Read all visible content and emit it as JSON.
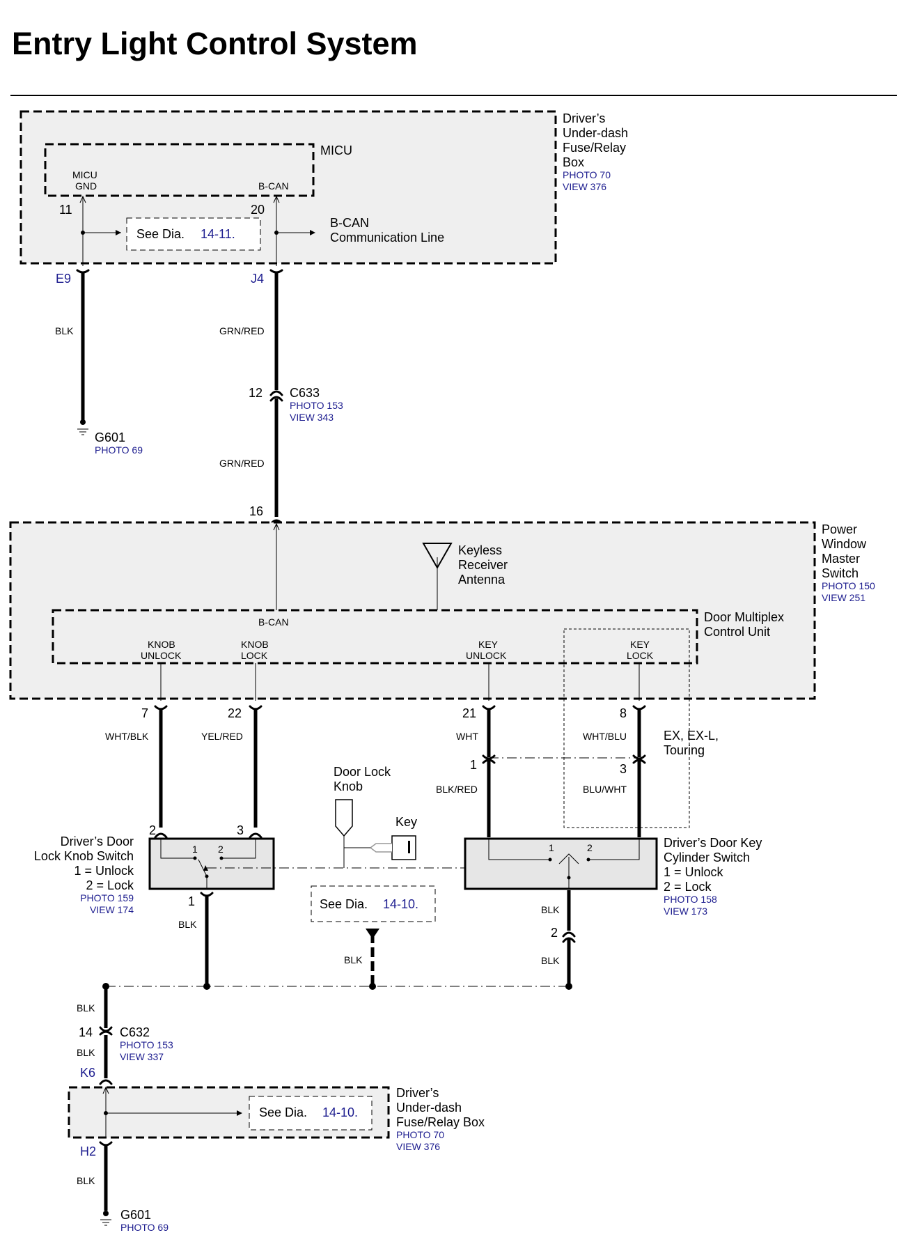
{
  "title": "Entry Light Control System",
  "top_box": {
    "label_lines": [
      "Driver’s",
      "Under-dash",
      "Fuse/Relay",
      "Box"
    ],
    "photo": "PHOTO 70",
    "view": "VIEW 376",
    "micu": {
      "name": "MICU",
      "pin_gnd_lines": [
        "MICU",
        "GND"
      ],
      "pin_bcan": "B-CAN",
      "pin_num_gnd": "11",
      "pin_num_bcan": "20"
    },
    "see": {
      "prefix": "See  Dia.",
      "ref": "14-11."
    },
    "bcan_lines": [
      "B-CAN",
      "Communication Line"
    ],
    "term_gnd": "E9",
    "term_bcan": "J4"
  },
  "wires_upper": {
    "blk": "BLK",
    "grn_red_1": "GRN/RED",
    "grn_red_2": "GRN/RED",
    "c633": {
      "pin": "12",
      "name": "C633",
      "photo": "PHOTO 153",
      "view": "VIEW 343"
    },
    "g601": {
      "name": "G601",
      "photo": "PHOTO 69"
    }
  },
  "pwms": {
    "label_lines": [
      "Power",
      "Window",
      "Master",
      "Switch"
    ],
    "photo": "PHOTO 150",
    "view": "VIEW 251",
    "pin16": "16",
    "antenna_lines": [
      "Keyless",
      "Receiver",
      "Antenna"
    ],
    "dmcu_lines": [
      "Door Multiplex",
      "Control Unit"
    ],
    "bcan": "B-CAN",
    "pins": [
      {
        "lines": [
          "KNOB",
          "UNLOCK"
        ],
        "num": "7",
        "wire": "WHT/BLK"
      },
      {
        "lines": [
          "KNOB",
          "LOCK"
        ],
        "num": "22",
        "wire": "YEL/RED"
      },
      {
        "lines": [
          "KEY",
          "UNLOCK"
        ],
        "num": "21",
        "wire": "WHT"
      },
      {
        "lines": [
          "KEY",
          "LOCK"
        ],
        "num": "8",
        "wire": "WHT/BLU"
      }
    ]
  },
  "option_note_lines": [
    "EX, EX-L,",
    "Touring"
  ],
  "key_side": {
    "pin1": "1",
    "pin3": "3",
    "wire1": "BLK/RED",
    "wire3": "BLU/WHT"
  },
  "door_lock_knob_lines": [
    "Door Lock",
    "Knob"
  ],
  "key_label": "Key",
  "knob_switch": {
    "label_lines": [
      "Driver’s Door",
      "Lock Knob Switch",
      "1 = Unlock",
      "2 = Lock"
    ],
    "photo": "PHOTO 159",
    "view": "VIEW 174",
    "pin_in_1": "2",
    "pin_in_2": "3",
    "pin_out": "1",
    "contact_1": "1",
    "contact_2": "2",
    "wire_out": "BLK"
  },
  "key_cyl_switch": {
    "label_lines": [
      "Driver’s Door Key",
      "Cylinder Switch",
      "1 = Unlock",
      "2 = Lock"
    ],
    "photo": "PHOTO 158",
    "view": "VIEW 173",
    "contact_1": "1",
    "contact_2": "2",
    "wire_a": "BLK",
    "pin_out": "2",
    "wire_b": "BLK"
  },
  "see_mid": {
    "prefix": "See  Dia.",
    "ref": "14-10.",
    "wire": "BLK"
  },
  "lower": {
    "blk_1": "BLK",
    "c632": {
      "pin": "14",
      "name": "C632",
      "photo": "PHOTO 153",
      "view": "VIEW 337"
    },
    "blk_2": "BLK",
    "term_k6": "K6",
    "box_lines": [
      "Driver’s",
      "Under-dash",
      "Fuse/Relay Box"
    ],
    "photo": "PHOTO 70",
    "view": "VIEW 376",
    "see": {
      "prefix": "See  Dia.",
      "ref": "14-10."
    },
    "term_h2": "H2",
    "blk_3": "BLK",
    "g601": {
      "name": "G601",
      "photo": "PHOTO 69"
    }
  }
}
